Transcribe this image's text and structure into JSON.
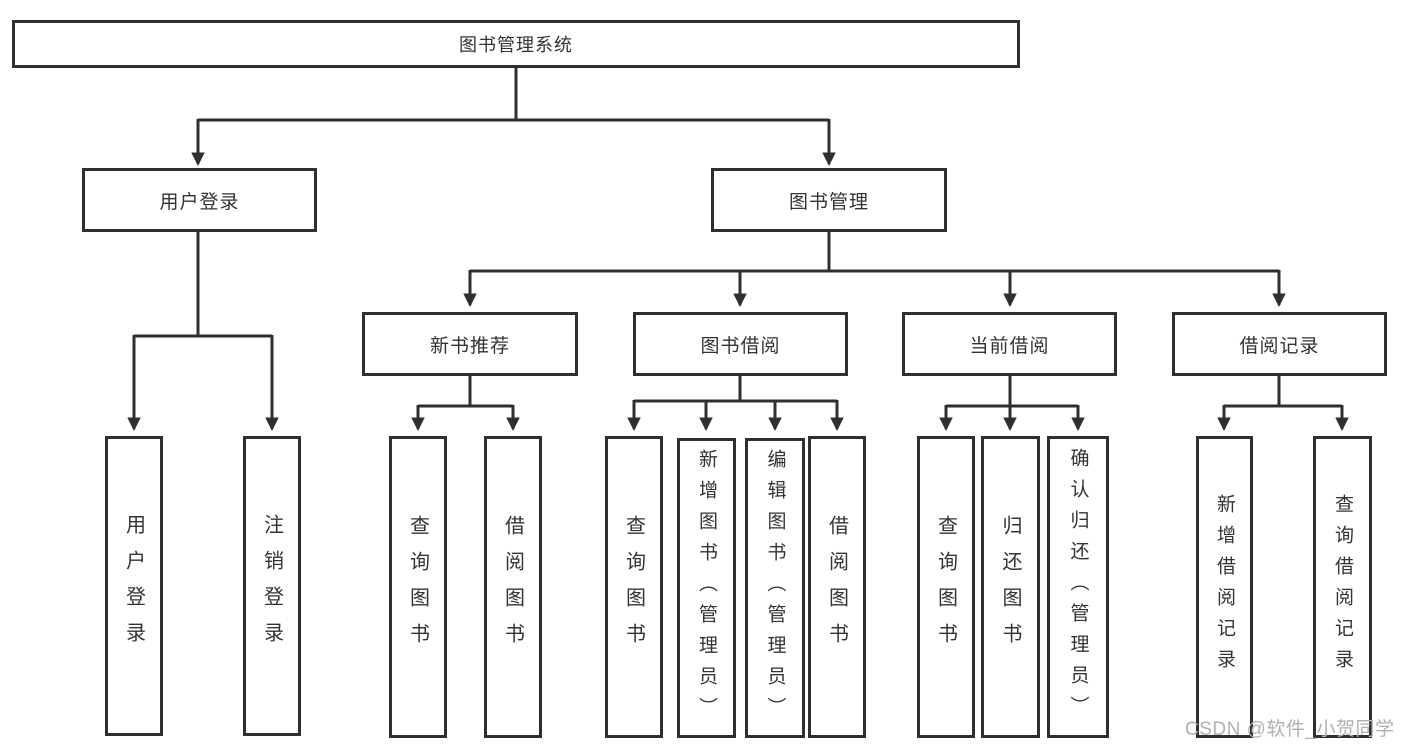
{
  "colors": {
    "line": "#2f2f2f",
    "box-border": "#2f2f2f",
    "text": "#333333",
    "bg": "#ffffff",
    "watermark": "#b0b0b0"
  },
  "tree": {
    "root": "图书管理系统",
    "level2": {
      "user_login": "用户登录",
      "book_management": "图书管理"
    },
    "level3": {
      "new_book": "新书推荐",
      "borrow": "图书借阅",
      "current": "当前借阅",
      "records": "借阅记录"
    },
    "leaves": {
      "user_login": [
        "用户登录",
        "注销登录"
      ],
      "new_book": [
        "查询图书",
        "借阅图书"
      ],
      "borrow": [
        "查询图书",
        "新增图书（管理员）",
        "编辑图书（管理员）",
        "借阅图书"
      ],
      "current": [
        "查询图书",
        "归还图书",
        "确认归还（管理员）"
      ],
      "records": [
        "新增借阅记录",
        "查询借阅记录"
      ]
    }
  },
  "watermark": "CSDN @软件_小贺同学"
}
